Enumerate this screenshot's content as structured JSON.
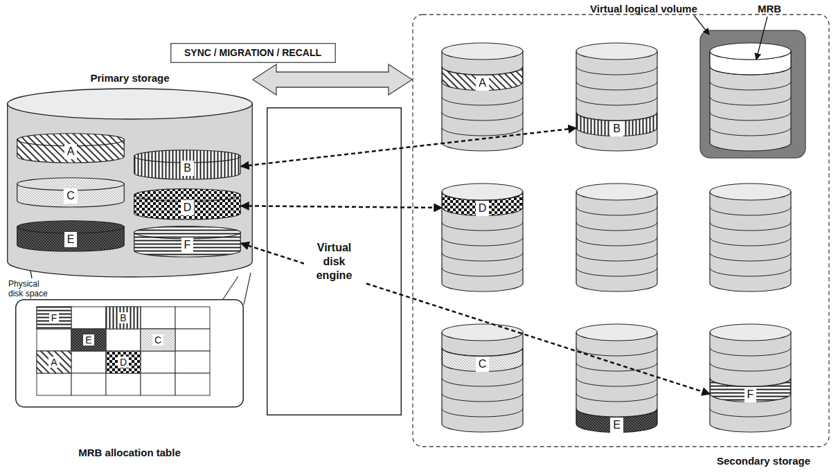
{
  "diagram": {
    "nodes": [
      {
        "text": [
          "SYNC / MIGRATION / RECALL"
        ]
      },
      {
        "text": [
          "Primary storage"
        ]
      },
      {
        "text": [
          "A"
        ],
        "in": 1
      },
      {
        "text": [
          "B"
        ],
        "in": 1
      },
      {
        "text": [
          "C"
        ],
        "in": 1
      },
      {
        "text": [
          "D"
        ],
        "in": 1
      },
      {
        "text": [
          "E"
        ],
        "in": 1
      },
      {
        "text": [
          "F"
        ],
        "in": 1
      },
      {
        "text": [
          "MRB allocation table"
        ]
      },
      {
        "text": [
          "Virtual disk engine"
        ]
      },
      {
        "text": [
          "Secondary storage"
        ]
      },
      {
        "text": [
          "A"
        ],
        "in": 10
      },
      {
        "text": [
          "B"
        ],
        "in": 10
      },
      {
        "text": [
          "D"
        ],
        "in": 10
      },
      {
        "text": [
          "C"
        ],
        "in": 10
      },
      {
        "text": [
          "E"
        ],
        "in": 10
      },
      {
        "text": [
          "F"
        ],
        "in": 10
      }
    ],
    "edges": [
      {
        "from": 1,
        "to": 10,
        "arrow": "both"
      },
      {
        "from": 3,
        "to": 12,
        "arrow": "both"
      },
      {
        "from": 5,
        "to": 13,
        "arrow": "both"
      },
      {
        "from": 7,
        "to": 16,
        "arrow": "both"
      }
    ],
    "labels": [
      "Virtual logical volume",
      "MRB",
      "Physical disk space",
      "F",
      "B",
      "E",
      "C",
      "A",
      "D"
    ]
  }
}
